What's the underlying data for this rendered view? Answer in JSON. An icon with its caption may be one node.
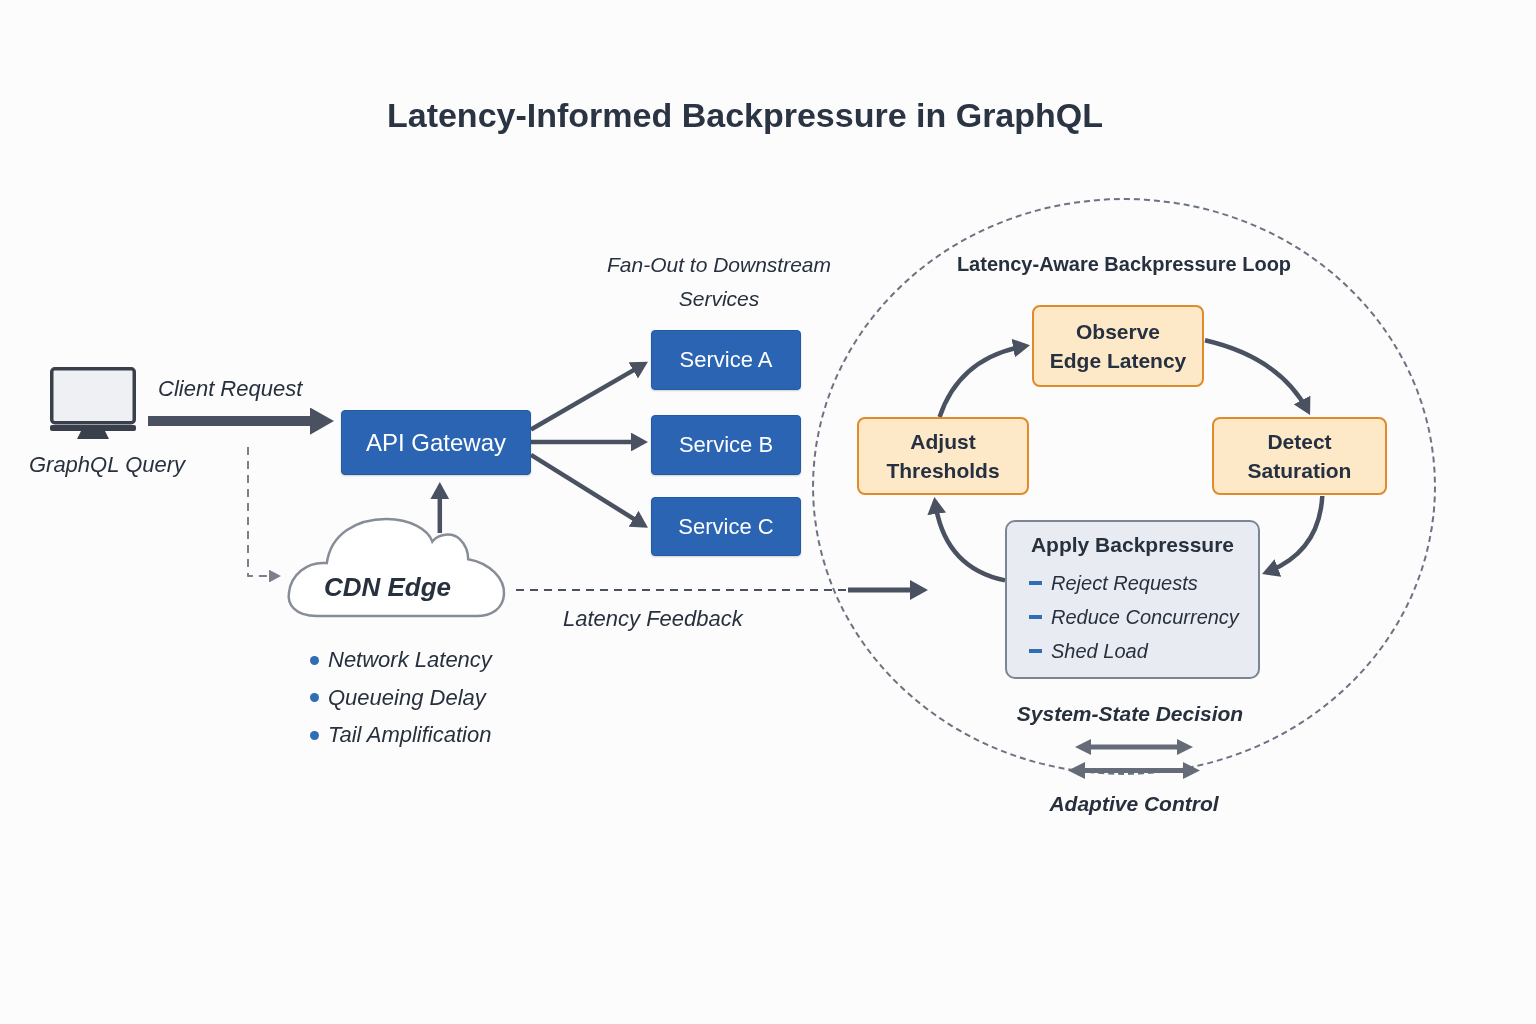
{
  "diagram": {
    "title": "Latency-Informed Backpressure in GraphQL",
    "nodes": [
      {
        "text": [],
        "shape": "computer",
        "beside": [
          "GraphQL Query"
        ]
      },
      {
        "text": [
          "API Gateway"
        ]
      },
      {
        "text": [
          "Service A"
        ]
      },
      {
        "text": [
          "Service B"
        ]
      },
      {
        "text": [
          "Service C"
        ]
      },
      {
        "text": [
          "CDN Edge"
        ],
        "beside": [
          "Network Latency",
          "Queueing Delay",
          "Tail Amplification"
        ]
      },
      {
        "text": [
          "Latency-Aware Backpressure Loop"
        ]
      },
      {
        "text": [
          "Observe Edge Latency"
        ],
        "in": 6
      },
      {
        "text": [
          "Detect Saturation"
        ],
        "in": 6
      },
      {
        "text": [
          "Apply Backpressure",
          "Reject Requests",
          "Reduce Concurrency",
          "Shed Load"
        ],
        "in": 6
      },
      {
        "text": [
          "Adjust Thresholds"
        ],
        "in": 6
      }
    ],
    "edges": [
      {
        "from": 0,
        "to": 1,
        "label": "Client Request",
        "arrow": "to",
        "style": "thick"
      },
      {
        "from": null,
        "to": 5,
        "arrow": "to",
        "style": "dashed",
        "color": "#7b818b"
      },
      {
        "from": 5,
        "to": 1,
        "arrow": "to"
      },
      {
        "from": 1,
        "to": 2,
        "arrow": "to"
      },
      {
        "from": 1,
        "to": 3,
        "arrow": "to"
      },
      {
        "from": 1,
        "to": 4,
        "arrow": "to"
      },
      {
        "from": 5,
        "to": null,
        "label": "Latency Feedback",
        "arrow": "to",
        "style": "dashed"
      },
      {
        "from": 7,
        "to": 8,
        "arrow": "to"
      },
      {
        "from": 8,
        "to": 9,
        "arrow": "to"
      },
      {
        "from": 9,
        "to": 10,
        "arrow": "to"
      },
      {
        "from": 10,
        "to": 7,
        "arrow": "to"
      }
    ],
    "labels": [
      "Fan-Out to Downstream Services",
      "System-State Decision",
      "Adaptive Control"
    ]
  }
}
